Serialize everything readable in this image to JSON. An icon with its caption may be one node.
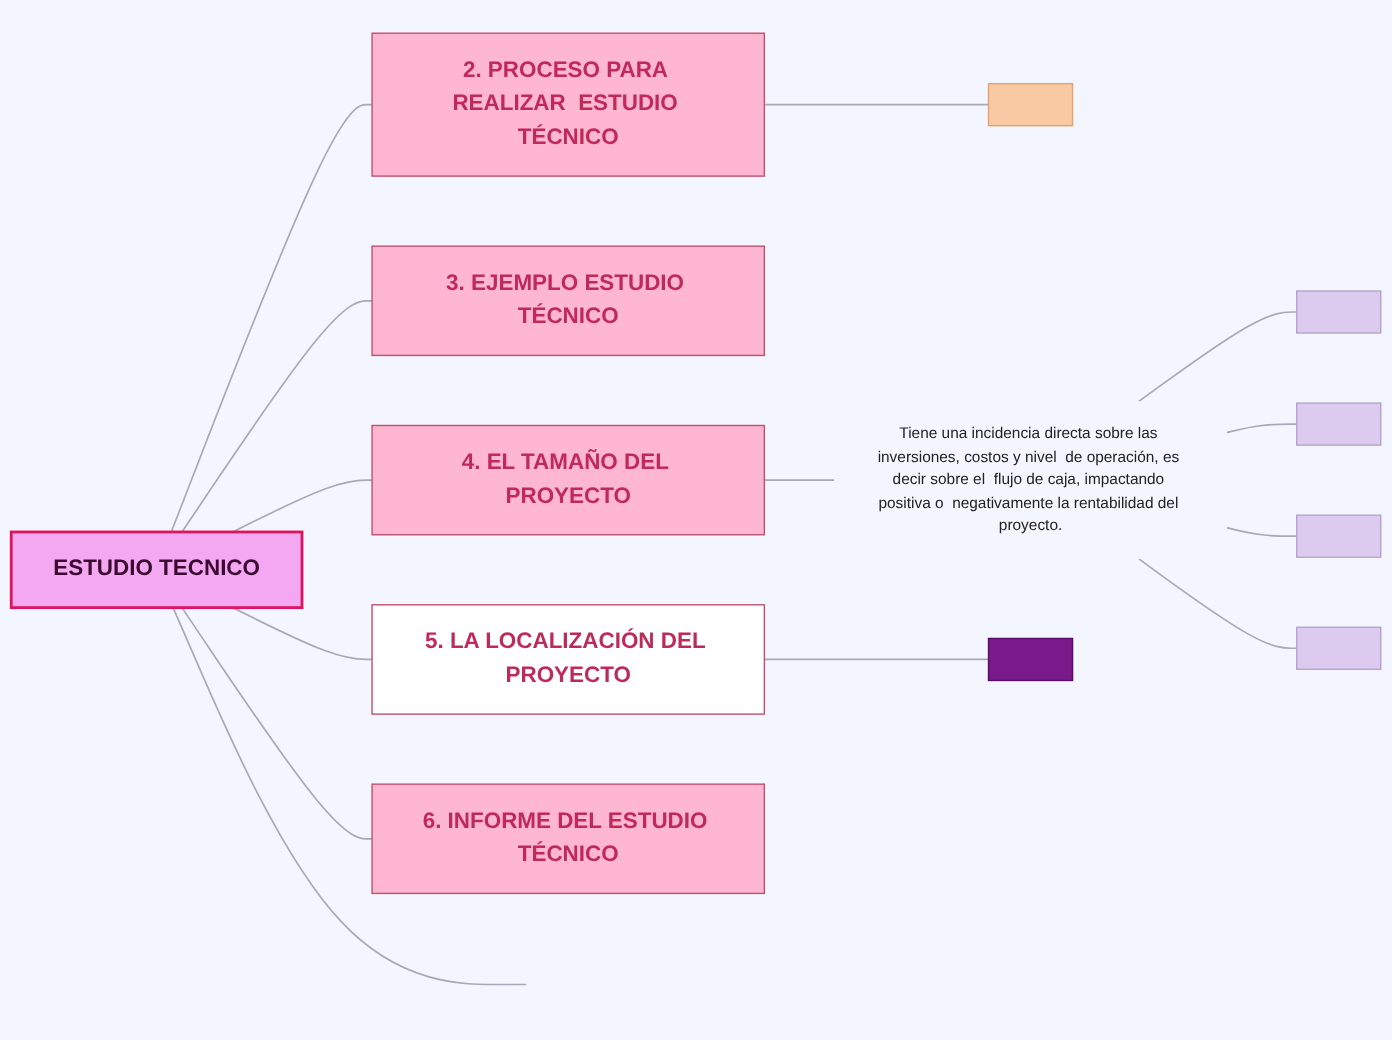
{
  "diagram": {
    "nodes": [
      {
        "text": [
          "ESTUDIO TECNICO"
        ]
      },
      {
        "text": [
          "2. PROCESO PARA REALIZAR  ESTUDIO TÉCNICO"
        ]
      },
      {
        "text": [],
        "shape": "box"
      },
      {
        "text": [
          "3. EJEMPLO ESTUDIO TÉCNICO"
        ]
      },
      {
        "text": [
          "4. EL TAMAÑO DEL PROYECTO"
        ]
      },
      {
        "text": [
          "Tiene una incidencia directa sobre las inversiones, costos y nivel  de operación, es decir sobre el  flujo de caja, impactando positiva o  negativamente la rentabilidad del proyecto."
        ]
      },
      {
        "text": [],
        "shape": "box"
      },
      {
        "text": [],
        "shape": "box"
      },
      {
        "text": [],
        "shape": "box"
      },
      {
        "text": [],
        "shape": "box"
      },
      {
        "text": [
          "5. LA LOCALIZACIÓN DEL PROYECTO"
        ]
      },
      {
        "text": [],
        "shape": "box"
      },
      {
        "text": [
          "6. INFORME DEL ESTUDIO TÉCNICO"
        ]
      }
    ],
    "edges": [
      {
        "from": 0,
        "to": null,
        "arrow": "none"
      },
      {
        "from": 0,
        "to": 1,
        "arrow": "none"
      },
      {
        "from": 1,
        "to": 2,
        "arrow": "none"
      },
      {
        "from": 0,
        "to": 3,
        "arrow": "none"
      },
      {
        "from": 0,
        "to": 4,
        "arrow": "none"
      },
      {
        "from": 4,
        "to": 5,
        "arrow": "none"
      },
      {
        "from": 5,
        "to": 6,
        "arrow": "none"
      },
      {
        "from": 5,
        "to": 7,
        "arrow": "none"
      },
      {
        "from": 5,
        "to": 8,
        "arrow": "none"
      },
      {
        "from": 5,
        "to": 9,
        "arrow": "none"
      },
      {
        "from": 0,
        "to": 10,
        "arrow": "none"
      },
      {
        "from": 10,
        "to": 11,
        "arrow": "none"
      },
      {
        "from": 0,
        "to": 12,
        "arrow": "none"
      }
    ]
  }
}
